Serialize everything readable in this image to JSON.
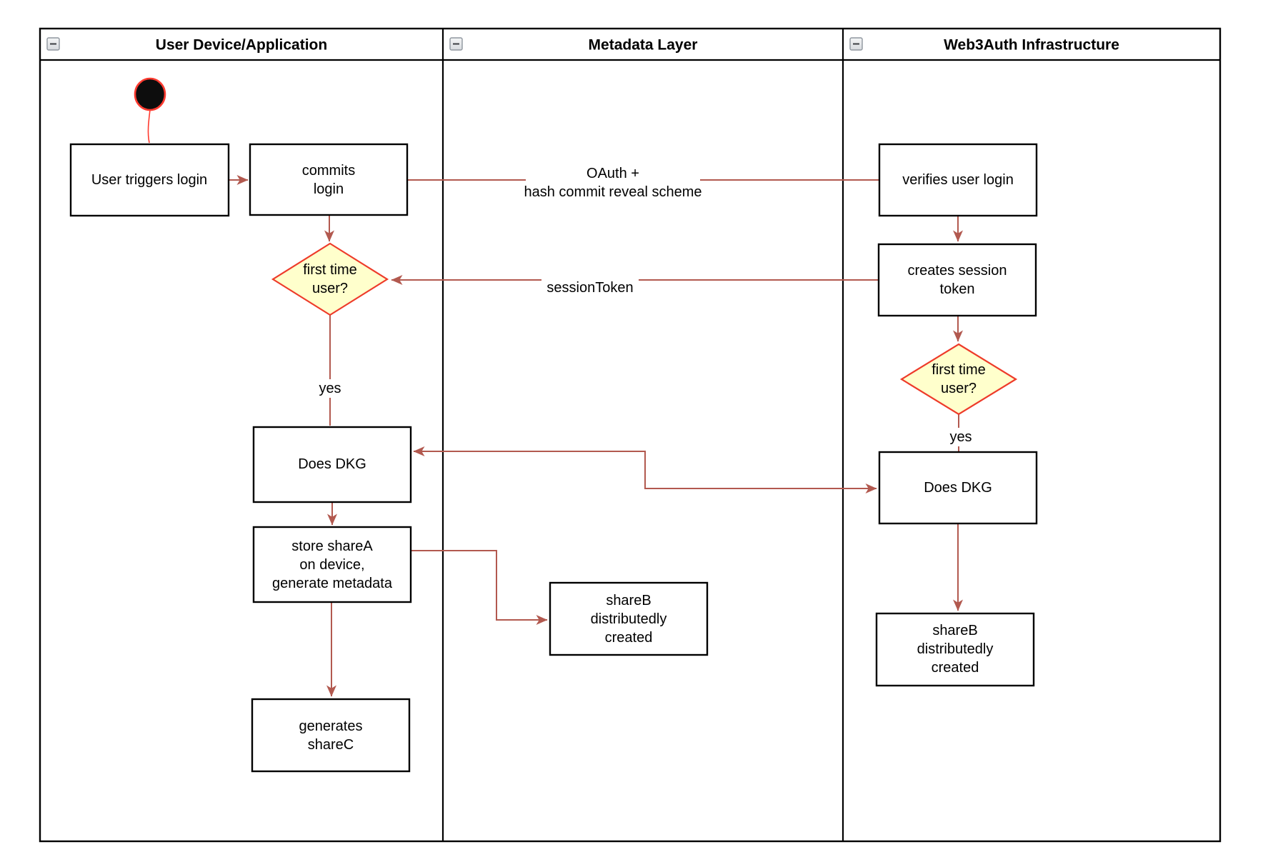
{
  "diagram": {
    "lanes": [
      {
        "title": "User Device/Application"
      },
      {
        "title": "Metadata Layer"
      },
      {
        "title": "Web3Auth Infrastructure"
      }
    ],
    "nodes": {
      "user_triggers": {
        "label": "User triggers login"
      },
      "commits": {
        "lines": [
          "commits",
          "login"
        ]
      },
      "first_time_user_device": {
        "lines": [
          "first time",
          "user?"
        ]
      },
      "does_dkg_device": {
        "label": "Does DKG"
      },
      "store_shareA": {
        "lines": [
          "store shareA",
          "on device,",
          "generate metadata"
        ]
      },
      "generates_shareC": {
        "lines": [
          "generates",
          "shareC"
        ]
      },
      "shareB_metadata": {
        "lines": [
          "shareB",
          "distributedly",
          "created"
        ]
      },
      "verifies_user_login": {
        "label": "verifies user login"
      },
      "creates_session_token": {
        "lines": [
          "creates session",
          "token"
        ]
      },
      "first_time_user_web3": {
        "lines": [
          "first time",
          "user?"
        ]
      },
      "does_dkg_web3": {
        "label": "Does DKG"
      },
      "shareB_web3": {
        "lines": [
          "shareB",
          "distributedly",
          "created"
        ]
      }
    },
    "edges": {
      "oauth": {
        "lines": [
          "OAuth +",
          "hash commit reveal scheme"
        ]
      },
      "session_token": {
        "label": "sessionToken"
      },
      "yes_user_device": {
        "label": "yes"
      },
      "yes_web3": {
        "label": "yes"
      }
    },
    "colors": {
      "edge": "#b2594f",
      "decision_fill": "#ffffcc",
      "decision_stroke": "#ee3b2a",
      "start_fill": "#0d0d0d",
      "start_stroke": "#ff3b30"
    }
  }
}
